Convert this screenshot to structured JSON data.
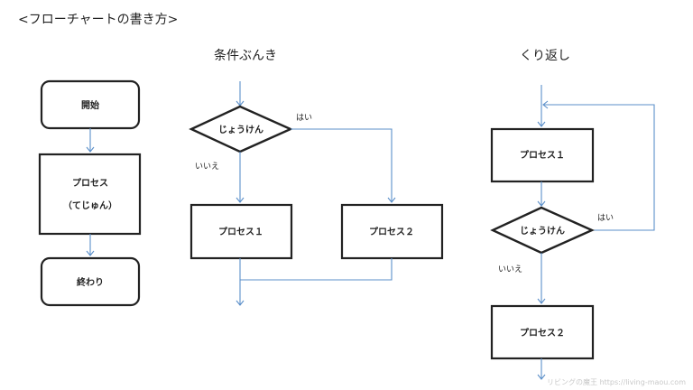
{
  "title": "<フローチャートの書き方>",
  "sections": {
    "basic": {
      "start": "開始",
      "process_line1": "プロセス",
      "process_line2": "（てじゅん）",
      "end": "終わり"
    },
    "branch": {
      "heading": "条件ぶんき",
      "condition": "じょうけん",
      "yes": "はい",
      "no": "いいえ",
      "process1": "プロセス１",
      "process2": "プロセス２"
    },
    "loop": {
      "heading": "くり返し",
      "process1": "プロセス１",
      "condition": "じょうけん",
      "yes": "はい",
      "no": "いいえ",
      "process2": "プロセス２"
    }
  },
  "watermark": "リビングの魔王 https://living-maou.com",
  "colors": {
    "line": "#5b8fc9",
    "shape_stroke": "#222222"
  }
}
